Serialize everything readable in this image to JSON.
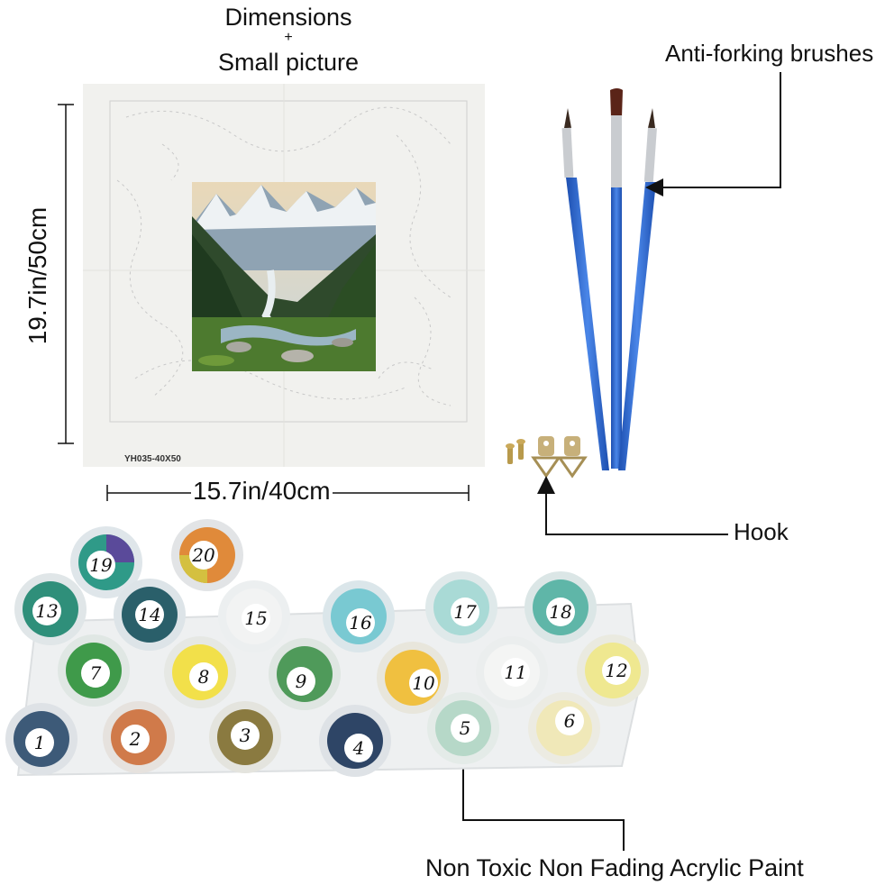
{
  "title": {
    "line1": "Dimensions",
    "plus": "+",
    "line2": "Small picture"
  },
  "canvas": {
    "width_label": "15.7in/40cm",
    "height_label": "19.7in/50cm",
    "code": "YH035-40X50"
  },
  "callouts": {
    "brushes": "Anti-forking brushes",
    "hook": "Hook",
    "paint": "Non Toxic Non Fading Acrylic Paint"
  },
  "paint_pots": {
    "p19": "19",
    "p20": "20",
    "p13": "13",
    "p14": "14",
    "p15": "15",
    "p16": "16",
    "p17": "17",
    "p18": "18",
    "p7": "7",
    "p8": "8",
    "p9": "9",
    "p10": "10",
    "p11": "11",
    "p12": "12",
    "p1": "1",
    "p2": "2",
    "p3": "3",
    "p4": "4",
    "p5": "5",
    "p6": "6"
  },
  "colors": {
    "brush_handle": "#2a5fc4",
    "canvas_bg": "#f1f1ee",
    "arrow": "#111111"
  }
}
